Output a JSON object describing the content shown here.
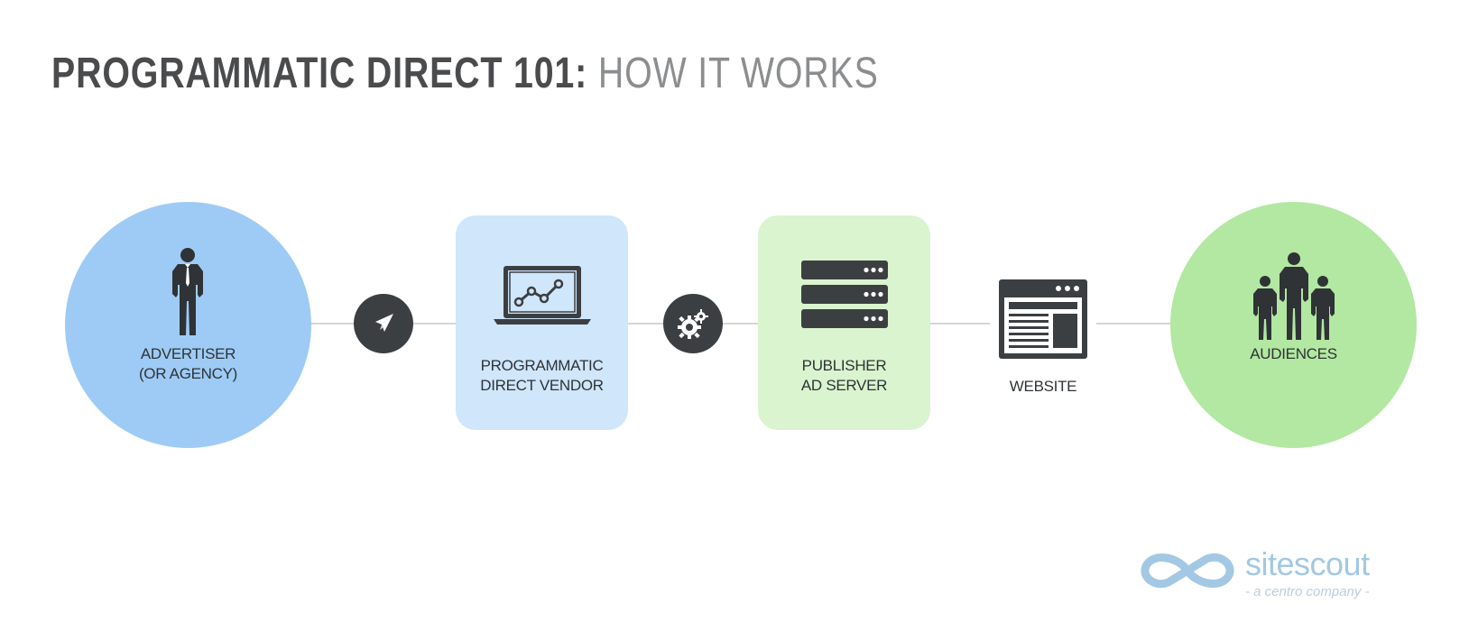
{
  "title": {
    "strong": "PROGRAMMATIC DIRECT 101:",
    "light": "HOW IT WORKS"
  },
  "nodes": {
    "advertiser": {
      "line1": "ADVERTISER",
      "line2": "(OR  AGENCY)",
      "icon": "businessman-icon",
      "color": "#9ecbf5"
    },
    "vendor": {
      "line1": "PROGRAMMATIC",
      "line2": "DIRECT VENDOR",
      "icon": "laptop-chart-icon",
      "color": "#cfe6fb"
    },
    "adserver": {
      "line1": "PUBLISHER",
      "line2": "AD SERVER",
      "icon": "server-icon",
      "color": "#d9f4cf"
    },
    "website": {
      "line1": "WEBSITE",
      "icon": "webpage-icon"
    },
    "audiences": {
      "line1": "AUDIENCES",
      "icon": "people-group-icon",
      "color": "#b2e8a1"
    }
  },
  "steps": {
    "send": {
      "icon": "paper-plane-icon"
    },
    "process": {
      "icon": "gears-icon"
    }
  },
  "logo": {
    "name": "sitescout",
    "tagline": "- a centro company -",
    "icon": "infinity-icon",
    "color": "#a3c8e3"
  },
  "colors": {
    "dark": "#3c3f42",
    "connector": "#d6d6d6",
    "title_strong": "#4a4b4d",
    "title_light": "#8c8d8f"
  }
}
